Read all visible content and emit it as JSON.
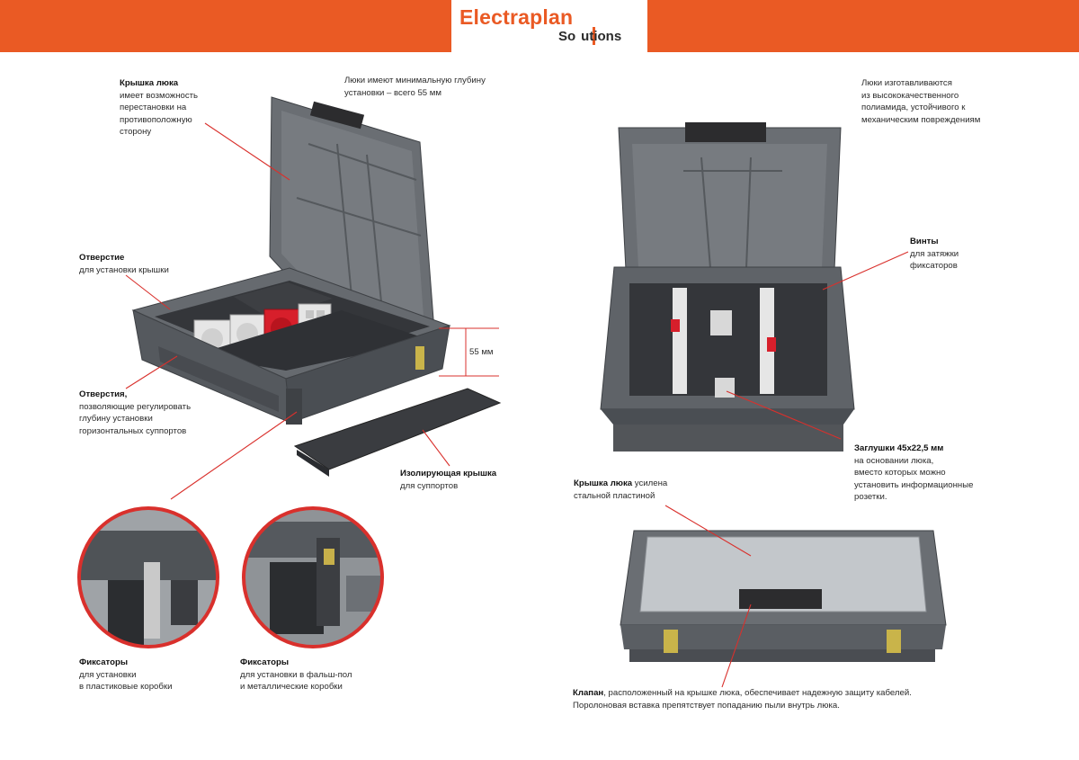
{
  "brand": {
    "word1": "Electrap",
    "word1b": "lan",
    "word2a": "So",
    "word2b": "utions"
  },
  "captions": {
    "lid_title": "Крышка люка",
    "lid_lines": [
      "имеет возможность",
      "перестановки на",
      "противоположную",
      "сторону"
    ],
    "depth_lines": [
      "Люки имеют минимальную глубину",
      "установки – всего 55 мм"
    ],
    "hole_title": "Отверстие",
    "hole_lines": [
      "для установки крышки"
    ],
    "holes_title": "Отверстия,",
    "holes_lines": [
      "позволяющие регулировать",
      "глубину установки",
      "горизонтальных суппортов"
    ],
    "insul_title": "Изолирующая крышка",
    "insul_lines": [
      "для суппортов"
    ],
    "fix1_title": "Фиксаторы",
    "fix1_lines": [
      "для установки",
      "в пластиковые коробки"
    ],
    "fix2_title": "Фиксаторы",
    "fix2_lines": [
      "для установки в фальш-пол",
      "и металлические коробки"
    ],
    "material_lines": [
      "Люки изготавливаются",
      "из высококачественного",
      "полиамида, устойчивого к",
      "механическим повреждениям"
    ],
    "screws_title": "Винты",
    "screws_lines": [
      "для затяжки",
      "фиксаторов"
    ],
    "plugs_title": "Заглушки 45х22,5 мм",
    "plugs_lines": [
      "на основании люка,",
      "вместо которых можно",
      "установить информационные",
      "розетки."
    ],
    "steel_title": "Крышка люка",
    "steel_rest": " усилена",
    "steel_line2": "стальной пластиной",
    "valve_title": "Клапан",
    "valve_rest": ", расположенный на крышке люка, обеспечивает надежную защиту кабелей.",
    "valve_line2": "Поролоновая вставка препятствует попаданию пыли внутрь люка.",
    "dimension": "55 мм"
  },
  "colors": {
    "brand_orange": "#ea5a24",
    "box_grey": "#5d6166",
    "socket_red": "#d71f2b",
    "leader_red": "#d9302c"
  }
}
